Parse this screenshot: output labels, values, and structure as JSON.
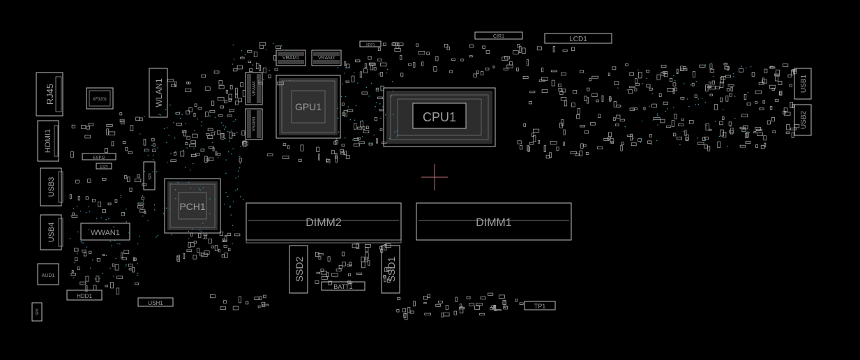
{
  "board": {
    "background": "#000000",
    "outline_color": "#bfbfbf",
    "label_color": "#9d9d9d",
    "via_color": "#3c8aa8",
    "cursor_color": "#c0707a"
  },
  "labels": {
    "rj45": "RJ45",
    "xf3201": "XF3201",
    "hdmi1": "HDMI1",
    "usb3": "USB3",
    "usb4": "USB4",
    "aud1": "AUD1",
    "hdd1": "HDD1",
    "spk": "SPK",
    "ush1": "USH1",
    "wlan1": "WLAN1",
    "espi2": "ESPI2",
    "espi": "ESPI",
    "wwan1": "WWAN1",
    "pch1": "PCH1",
    "spi": "SPI",
    "gpu1": "GPU1",
    "vram1": "VRAM1",
    "vram2": "VRAM2",
    "vram3": "VRAM3",
    "vram4": "VRAM4",
    "xdp1": "XDP1",
    "cir1": "CIR1",
    "lcd1": "LCD1",
    "cpu1": "CPU1",
    "dimm1": "DIMM1",
    "dimm2": "DIMM2",
    "ssd1": "SSD1",
    "ssd2": "SSD2",
    "batt1": "BATT1",
    "tp1": "TP1",
    "usb1": "USB1",
    "usb2": "USB2"
  }
}
